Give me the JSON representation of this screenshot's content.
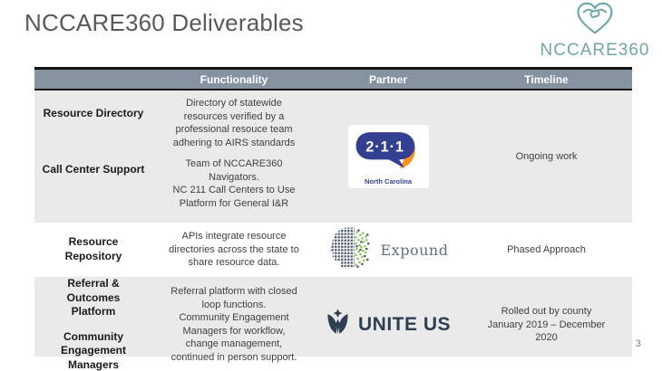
{
  "slide": {
    "title": "NCCARE360 Deliverables",
    "page_number": "3"
  },
  "brand": {
    "name": "NCCARE360",
    "icon": "heart-handshake-icon",
    "color": "#6FA8A6"
  },
  "table": {
    "headers": {
      "functionality": "Functionality",
      "partner": "Partner",
      "timeline": "Timeline"
    },
    "colors": {
      "header_bg": "#84939F",
      "row_alt_bg": "#EAEAEA",
      "top_border": "#141414"
    },
    "rows": [
      {
        "labels": [
          "Resource Directory",
          "Call Center Support"
        ],
        "functionality": [
          "Directory of statewide\nresources verified by a\nprofessional resouce team\nadhering to AIRS standards",
          "Team of NCCARE360\nNavigators.\nNC 211 Call Centers to Use\nPlatform for General I&R"
        ],
        "partner": {
          "name": "NC 2-1-1",
          "icon": "nc211-speech-bubble-icon",
          "logo_main": "2·1·1",
          "logo_sub": "North Carolina"
        },
        "timeline": "Ongoing work"
      },
      {
        "labels": [
          "Resource Repository"
        ],
        "functionality": [
          "APIs integrate resource\ndirectories across the state to\nshare resource data."
        ],
        "partner": {
          "name": "Expound",
          "icon": "expound-mosaic-head-icon",
          "logo_text": "Expound"
        },
        "timeline": "Phased Approach"
      },
      {
        "labels": [
          "Referral & Outcomes\nPlatform",
          "Community Engagement\nManagers"
        ],
        "functionality": [
          "Referral platform with closed\nloop functions.\nCommunity Engagement\nManagers for workflow,\nchange management,\ncontinued in person support."
        ],
        "partner": {
          "name": "Unite Us",
          "icon": "unite-us-ribbon-star-icon",
          "logo_text": "UNITE US"
        },
        "timeline": "Rolled out by county\nJanuary 2019 – December\n2020"
      }
    ]
  }
}
